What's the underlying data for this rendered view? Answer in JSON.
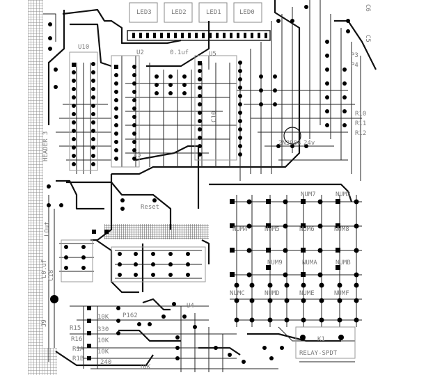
{
  "board": {
    "background": "#ffffff",
    "trace_color": "#1a1a1a",
    "silk_color": "#8a8a8a",
    "pad_color": "#000000",
    "hatch_color": "#9a9a9a"
  },
  "labels": {
    "led3": "LED3",
    "led2": "LED2",
    "led1": "LED1",
    "led0": "LED0",
    "u10": "U10",
    "u2": "U2",
    "c4_value": "0.1uf",
    "u5": "U5",
    "c10": "C10",
    "c3": "C3",
    "header3": "HEADER 3",
    "lout": "LOut",
    "l0_value": "L0.uf",
    "c18": "C18",
    "j9": "J9",
    "reset": "Reset",
    "num7": "NUM7",
    "num3": "NUM3",
    "num4": "NUM4",
    "num5": "NUM5",
    "num6": "NUM6",
    "num8": "NUM8",
    "num9": "NUM9",
    "numa": "NUMA",
    "numb": "NUMB",
    "numc": "NUMC",
    "numd": "NUMD",
    "nume": "NUME",
    "numf": "NUMF",
    "k1": "K1",
    "relay": "RELAY-SPDT",
    "r15": "R15",
    "r16": "R16",
    "r1a": "R1A",
    "r1b": "R1B",
    "r10k_1": "10K",
    "r10k_2": "10K",
    "r10k_3": "10K",
    "r10k_4": "10K",
    "r330": "330",
    "r240": "240",
    "u4": "U4",
    "r12": "R12",
    "r11": "R11",
    "r10": "R10",
    "p3": "P3",
    "p4": "P4",
    "c5": "C5",
    "c6": "C6",
    "xtal": "2N3904",
    "v24": "24v",
    "p162": "P162"
  }
}
